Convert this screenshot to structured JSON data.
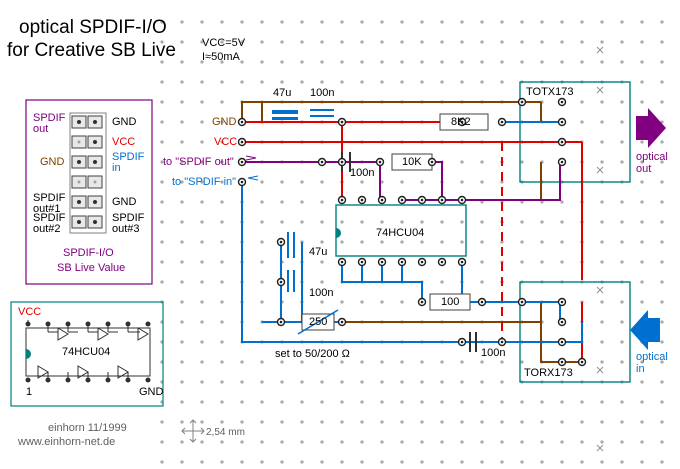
{
  "title": {
    "line1": "optical SPDIF-I/O",
    "line2": "for Creative SB Live"
  },
  "supply": {
    "vcc": "VCC=5V",
    "current": "I≈50mA"
  },
  "connector": {
    "spdif_out": "SPDIF\nout",
    "gnd_right_1": "GND",
    "vcc": "VCC",
    "gnd_left": "GND",
    "spdif_in": "SPDIF\nin",
    "spdif_out1": "SPDIF\nout#1",
    "spdif_out2": "SPDIF\nout#2",
    "gnd_right_2": "GND",
    "spdif_out3": "SPDIF\nout#3",
    "caption1": "SPDIF-I/O",
    "caption2": "SB Live Value"
  },
  "ic_pinout": {
    "vcc": "VCC",
    "name": "74HCU04",
    "pin1": "1",
    "gnd": "GND"
  },
  "signals": {
    "gnd": "GND",
    "vcc": "VCC",
    "to_spdif_out": "to \"SPDIF out\"",
    "to_spdif_in": "to \"SPDIF in\""
  },
  "components": {
    "c1": "47u",
    "c2": "100n",
    "r1": "8K2",
    "c3": "100n",
    "r2": "10K",
    "ic": "74HCU04",
    "c4": "47u",
    "c5": "100n",
    "r3": "100",
    "pot": "250",
    "pot_note": "set to 50/200 Ω",
    "c6": "100n",
    "tx": "TOTX173",
    "rx": "TORX173"
  },
  "io": {
    "out_line1": "optical",
    "out_line2": "out",
    "in_line1": "optical",
    "in_line2": "in"
  },
  "footer": {
    "author": "einhorn 11/1999",
    "url": "www.einhorn-net.de",
    "grid": "2,54 mm"
  },
  "colors": {
    "purple": "#800080",
    "red": "#e00000",
    "brown": "#804000",
    "blue": "#0070d0",
    "teal": "#008080",
    "black": "#000000"
  }
}
